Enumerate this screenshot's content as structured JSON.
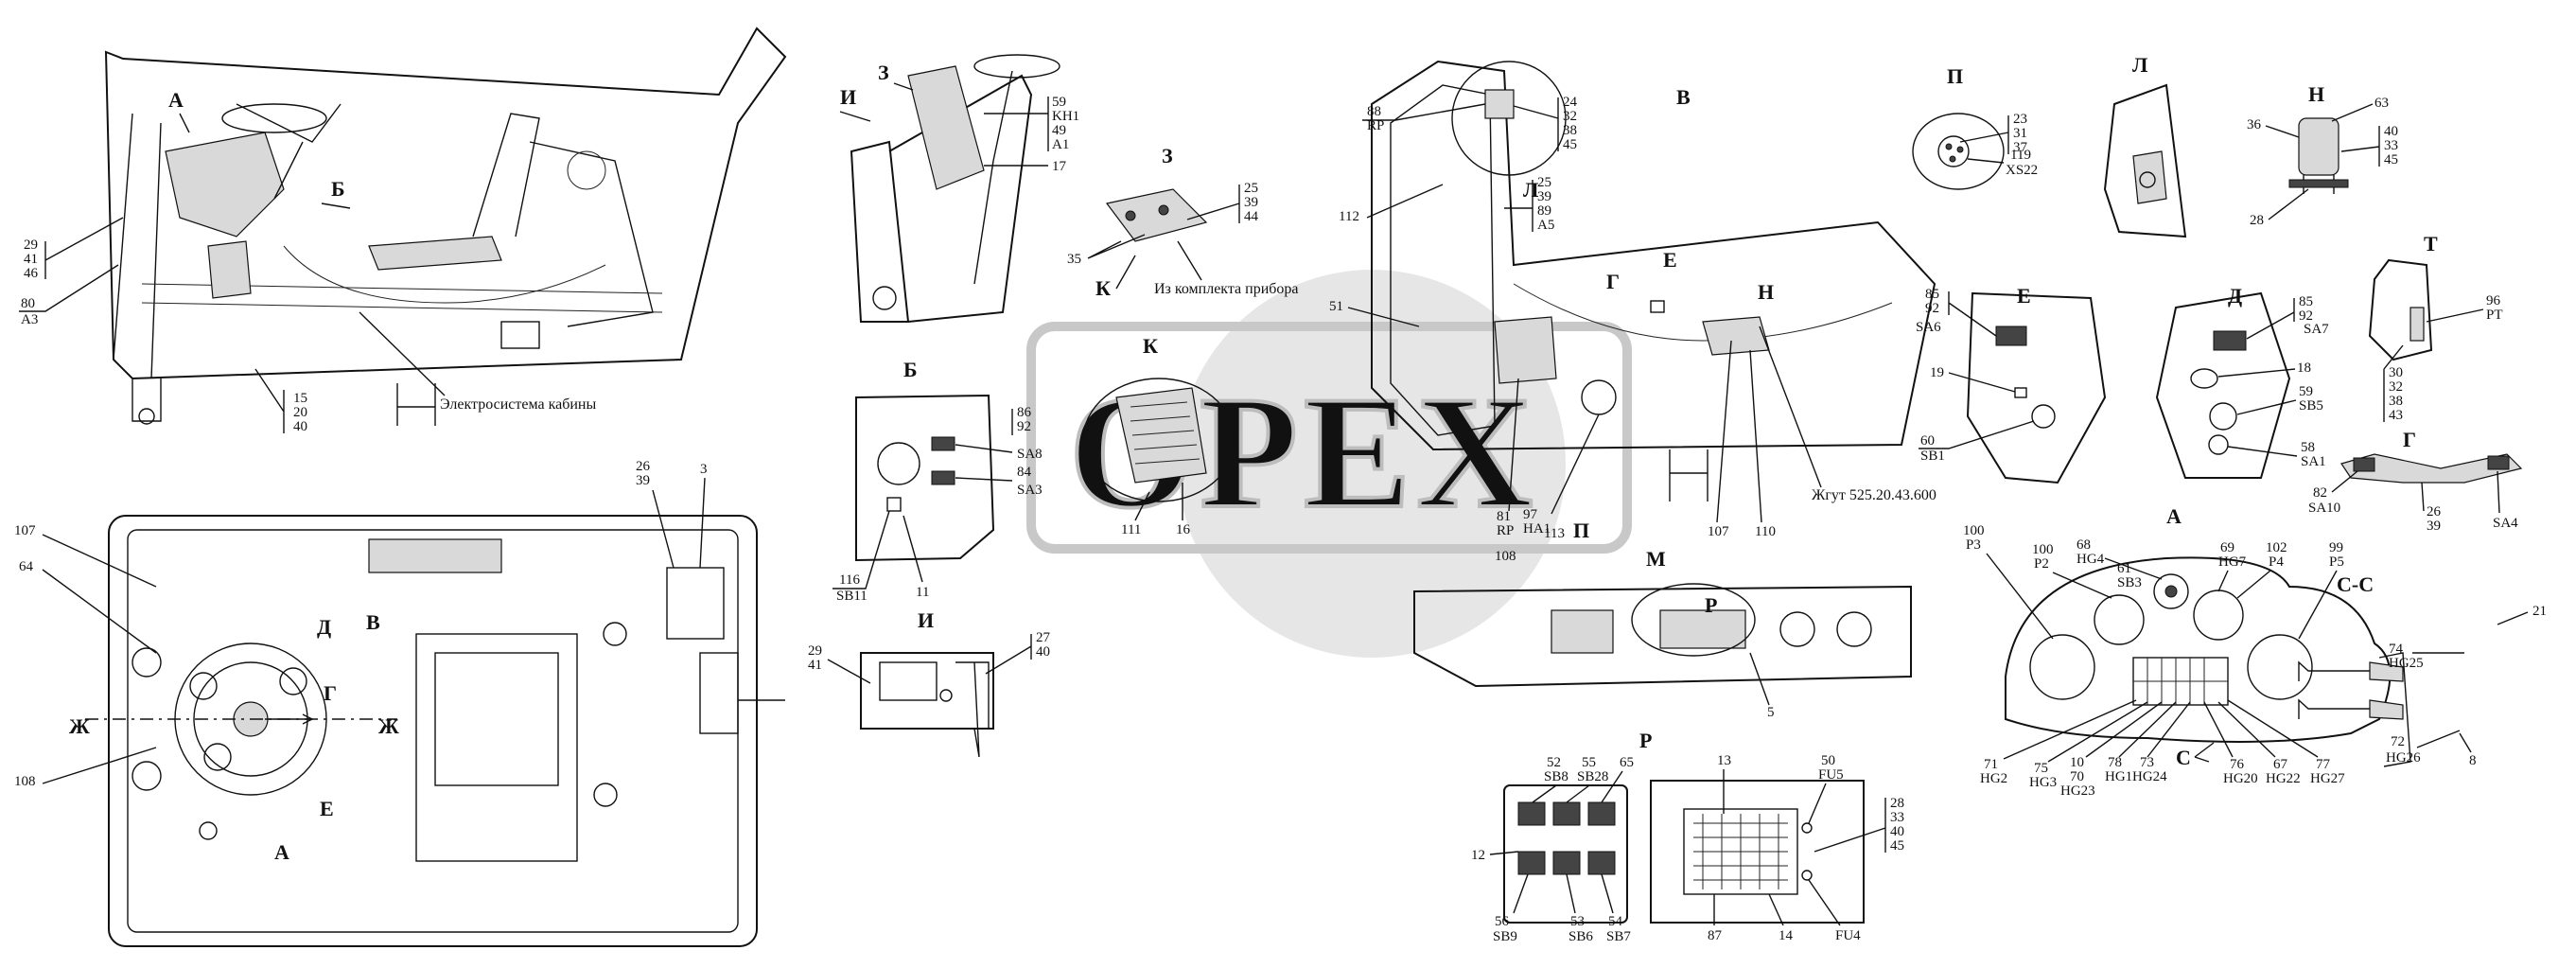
{
  "views": {
    "a_top": "А",
    "b_top": "Б",
    "i_left": "И",
    "z_left": "З",
    "z_mid": "З",
    "k_mid": "К",
    "k_zoom": "К",
    "b_panel": "Б",
    "i_panel": "И",
    "v_main": "В",
    "p_title": "П",
    "l_title": "Л",
    "n_title": "Н",
    "e_main": "Е",
    "n_main": "Н",
    "g_main": "Г",
    "l_main": "Л",
    "p_main": "П",
    "m_main": "М",
    "r_main": "Р",
    "e_view": "Е",
    "d_view": "Д",
    "t_view": "Т",
    "g_view": "Г",
    "a_view": "А",
    "cc_view": "С-С",
    "c_arrow": "С",
    "r_view": "Р",
    "plan_d": "Д",
    "plan_v": "В",
    "plan_g": "Г",
    "plan_e": "Е",
    "plan_a": "А",
    "zh_left": "Ж",
    "zh_right": "Ж"
  },
  "captions": {
    "cab_electrics": "Электросистема кабины",
    "from_kit": "Из комплекта прибора",
    "harness": "Жгут 525.20.43.600"
  },
  "labels": {
    "l_29_41_46": [
      "29",
      "41",
      "46"
    ],
    "l_80_a3": [
      "80",
      "А3"
    ],
    "l_15_20_40": [
      "15",
      "20",
      "40"
    ],
    "l_59_kh1": [
      "59",
      "KH1",
      "49",
      "A1"
    ],
    "l_17": "17",
    "l_25_39_44": [
      "25",
      "39",
      "44"
    ],
    "l_35": "35",
    "l_86_92_sa8": [
      "86",
      "92",
      "SA8"
    ],
    "l_84_sa3": [
      "84",
      "SA3"
    ],
    "l_116_sb11": [
      "116",
      "SB11"
    ],
    "l_11": "11",
    "l_111": "111",
    "l_16": "16",
    "l_29_41_i": [
      "29",
      "41"
    ],
    "l_27_40": [
      "27",
      "40"
    ],
    "l_88_rp": [
      "88",
      "RP"
    ],
    "l_24_32_38_45": [
      "24",
      "32",
      "38",
      "45"
    ],
    "l_25_39_89_a5": [
      "25",
      "39",
      "89",
      "A5"
    ],
    "l_112": "112",
    "l_51": "51",
    "l_97_ha1": [
      "97",
      "HA1"
    ],
    "l_81_rp": [
      "81",
      "RP"
    ],
    "l_113": "113",
    "l_108_v": "108",
    "l_107_v": "107",
    "l_110": "110",
    "l_5": "5",
    "l_107": "107",
    "l_64": "64",
    "l_108": "108",
    "l_26_39_plan": [
      "26",
      "39"
    ],
    "l_3": "3",
    "l_23_31_37": [
      "23",
      "31",
      "37"
    ],
    "l_119_xs22": [
      "119",
      "XS22"
    ],
    "l_36": "36",
    "l_63": "63",
    "l_40_33_45": [
      "40",
      "33",
      "45"
    ],
    "l_28": "28",
    "l_85_92_sa6": [
      "85",
      "92",
      "SA6"
    ],
    "l_19": "19",
    "l_60_sb1": [
      "60",
      "SB1"
    ],
    "l_85_92_sa7": [
      "85",
      "92",
      "SA7"
    ],
    "l_18": "18",
    "l_59_sb5": [
      "59",
      "SB5"
    ],
    "l_58_sa1": [
      "58",
      "SA1"
    ],
    "l_96_p1": [
      "96",
      "PT"
    ],
    "l_30_32_38_43": [
      "30",
      "32",
      "38",
      "43"
    ],
    "l_82_sa10": [
      "82",
      "SA10"
    ],
    "l_26_39_g": [
      "26",
      "39"
    ],
    "l_sa4": "SA4",
    "l_100_p3": [
      "100",
      "P3"
    ],
    "l_100_p2": [
      "100",
      "P2"
    ],
    "l_68_hg4": [
      "68",
      "HG4"
    ],
    "l_61_sb3": [
      "61",
      "SB3"
    ],
    "l_69_hg7": [
      "69",
      "HG7"
    ],
    "l_102_p4": [
      "102",
      "P4"
    ],
    "l_99_p5": [
      "99",
      "P5"
    ],
    "l_71_hg2": [
      "71",
      "HG2"
    ],
    "l_75_hg3": [
      "75",
      "HG3"
    ],
    "l_10_70_hg23": [
      "10",
      "70",
      "HG23"
    ],
    "l_78_hg1": [
      "78",
      "HG1"
    ],
    "l_73_hg24": [
      "73",
      "HG24"
    ],
    "l_76_hg20": [
      "76",
      "HG20"
    ],
    "l_67_hg22": [
      "67",
      "HG22"
    ],
    "l_77_hg27": [
      "77",
      "HG27"
    ],
    "l_74_hg25": [
      "74",
      "HG25"
    ],
    "l_21": "21",
    "l_72_hg26": [
      "72",
      "HG26"
    ],
    "l_8": "8",
    "l_52_sb8": [
      "52",
      "SB8"
    ],
    "l_55_sb28": [
      "55",
      "SB28"
    ],
    "l_65": "65",
    "l_12": "12",
    "l_56_sb9": [
      "56",
      "SB9"
    ],
    "l_53_sb6": [
      "53",
      "SB6"
    ],
    "l_54_sb7": [
      "54",
      "SB7"
    ],
    "l_13": "13",
    "l_50_fu5": [
      "50",
      "FU5"
    ],
    "l_28_33_40_45": [
      "28",
      "33",
      "40",
      "45"
    ],
    "l_87": "87",
    "l_14": "14",
    "l_fu4": "FU4"
  },
  "watermark": "OPEX",
  "colors": {
    "ink": "#111111",
    "watermark": "#c8c8c8",
    "paper": "#ffffff"
  }
}
